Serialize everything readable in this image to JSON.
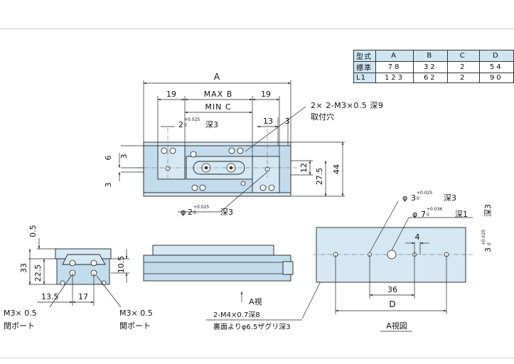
{
  "table": {
    "header": [
      "型式",
      "A",
      "B",
      "C",
      "D"
    ],
    "rows": [
      [
        "標準",
        "78",
        "32",
        "2",
        "54"
      ],
      [
        "L1",
        "123",
        "62",
        "2",
        "90"
      ]
    ]
  },
  "top_view": {
    "dim_A": "A",
    "dim_19_left": "19",
    "dim_19_right": "19",
    "max_b": "MAX B",
    "min_c": "MIN C",
    "dim_13": "13",
    "dim_3_top": "3",
    "pin_hole_top": "2",
    "pin_hole_top_tol": "+0.025",
    "pin_hole_top_tol2": "0",
    "pin_hole_top_depth": "深3",
    "mount_callout_1": "2× 2-M3×0.5 深9",
    "mount_callout_2": "取付穴",
    "dim_6": "6",
    "dim_3_a": "3",
    "dim_3_b": "3",
    "dim_12": "12",
    "dim_27_5": "27.5",
    "dim_44": "44",
    "pin_hole_bottom_phi": "φ",
    "pin_hole_bottom": "2",
    "pin_hole_bottom_tol": "+0.025",
    "pin_hole_bottom_tol2": "0",
    "pin_hole_bottom_depth": "深3"
  },
  "side_view": {
    "dim_0_5": "0.5",
    "dim_33": "33",
    "dim_22_5": "22.5",
    "dim_10_5": "10.5",
    "dim_13_5": "13.5",
    "dim_17": "17",
    "port_left_1": "M3× 0.5",
    "port_left_2": "閉ポート",
    "port_right_1": "M3× 0.5",
    "port_right_2": "開ポート"
  },
  "front_view": {
    "arrow_label": "A視",
    "callout_1": "2-M4×0.7深8",
    "callout_2": "裏面よりφ6.5ザグリ深3"
  },
  "bottom_view": {
    "hole1_phi": "φ",
    "hole1": "3",
    "hole1_tol": "+0.025",
    "hole1_tol2": "0",
    "hole1_depth": "深3",
    "hole2_phi": "φ",
    "hole2": "7",
    "hole2_tol": "+0.036",
    "hole2_tol2": "0",
    "hole2_depth": "深1",
    "right_label_main": "3",
    "right_label_tol": "+0.025",
    "right_label_tol2": "0",
    "right_label_depth": "深3",
    "dim_4": "4",
    "dim_36": "36",
    "dim_D": "D",
    "caption": "A視図"
  }
}
